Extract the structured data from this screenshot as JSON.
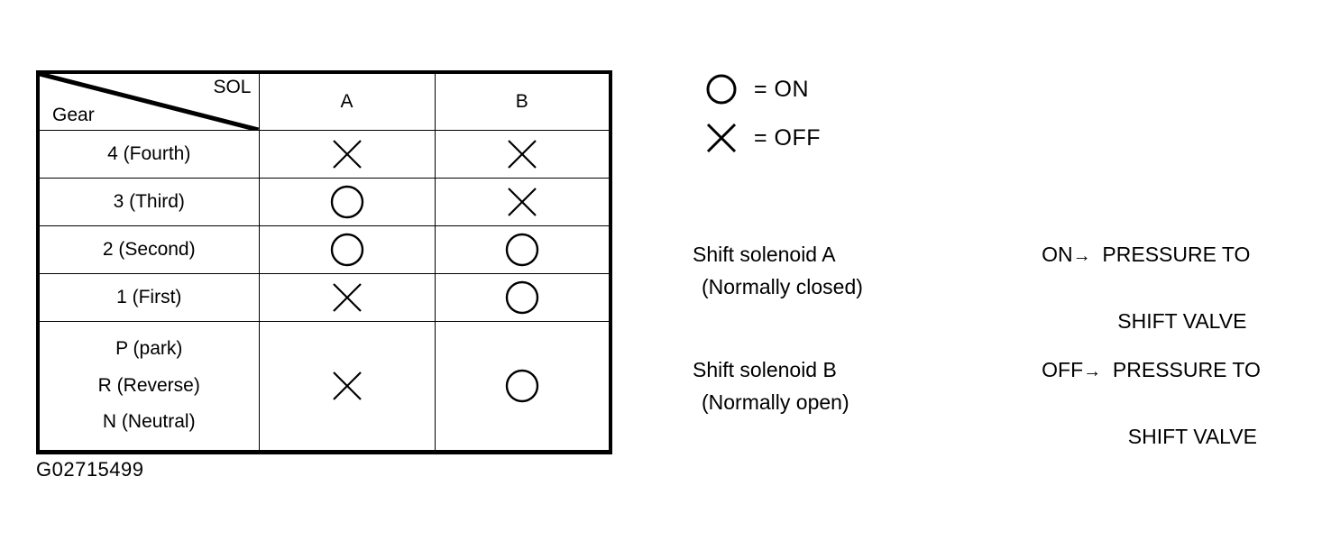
{
  "table": {
    "corner": {
      "sol_label": "SOL",
      "gear_label": "Gear"
    },
    "columns": [
      "A",
      "B"
    ],
    "rows": [
      {
        "gear": "4 (Fourth)",
        "A": "X",
        "B": "X"
      },
      {
        "gear": "3 (Third)",
        "A": "O",
        "B": "X"
      },
      {
        "gear": "2 (Second)",
        "A": "O",
        "B": "O"
      },
      {
        "gear": "1 (First)",
        "A": "X",
        "B": "O"
      },
      {
        "gear_lines": [
          "P (park)",
          "R (Reverse)",
          "N (Neutral)"
        ],
        "A": "X",
        "B": "O"
      }
    ],
    "row5": {
      "line1": "P (park)",
      "line2": "R (Reverse)",
      "line3": "N (Neutral)"
    }
  },
  "legend": {
    "items": [
      {
        "symbol": "O",
        "text": "= ON"
      },
      {
        "symbol": "X",
        "text": "= OFF"
      }
    ]
  },
  "notes": [
    {
      "name_line1": "Shift solenoid A",
      "name_line2": "(Normally closed)",
      "state": "ON",
      "arrow": "→",
      "effect_line1": "PRESSURE TO",
      "effect_line2": "SHIFT VALVE"
    },
    {
      "name_line1": "Shift solenoid B",
      "name_line2": "(Normally open)",
      "state": "OFF",
      "arrow": "→",
      "effect_line1": "PRESSURE TO",
      "effect_line2": "SHIFT VALVE"
    }
  ],
  "caption": "G02715499",
  "colors": {
    "ink": "#000000",
    "background": "#ffffff"
  }
}
